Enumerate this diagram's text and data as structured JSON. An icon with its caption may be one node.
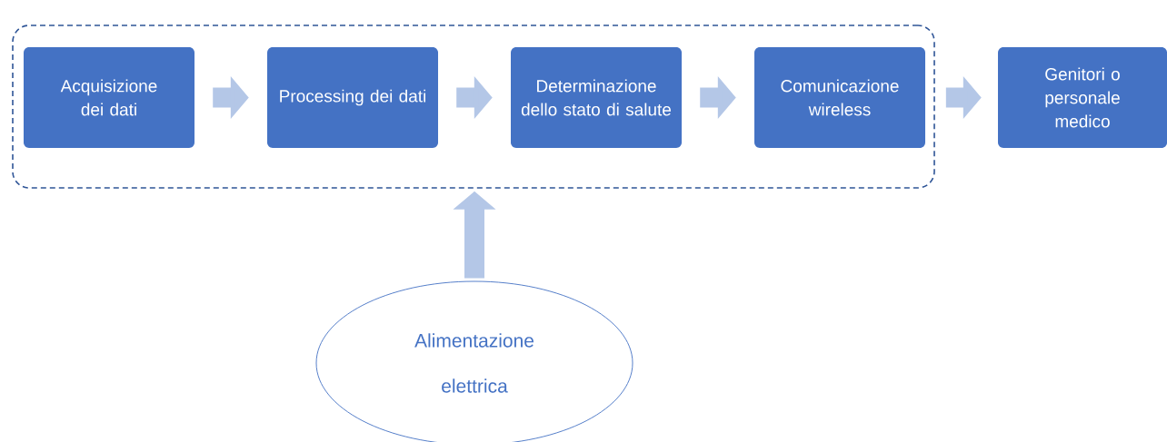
{
  "diagram": {
    "nodes": [
      {
        "text": [],
        "shape": "box"
      },
      {
        "text": [
          "Acquisizione dei dati"
        ],
        "in": 0
      },
      {
        "text": [
          "Processing dei dati"
        ],
        "in": 0
      },
      {
        "text": [
          "Determinazione dello stato di salute"
        ],
        "in": 0
      },
      {
        "text": [
          "Comunicazione wireless"
        ],
        "in": 0
      },
      {
        "text": [
          "Genitori o personale medico"
        ]
      },
      {
        "text": [
          "Alimentazione elettrica"
        ]
      }
    ],
    "edges": [
      {
        "from": 1,
        "to": 2,
        "arrow": "to"
      },
      {
        "from": 2,
        "to": 3,
        "arrow": "to"
      },
      {
        "from": 3,
        "to": 4,
        "arrow": "to"
      },
      {
        "from": 0,
        "to": 5,
        "arrow": "to"
      },
      {
        "from": 6,
        "to": 0,
        "arrow": "to"
      }
    ]
  }
}
